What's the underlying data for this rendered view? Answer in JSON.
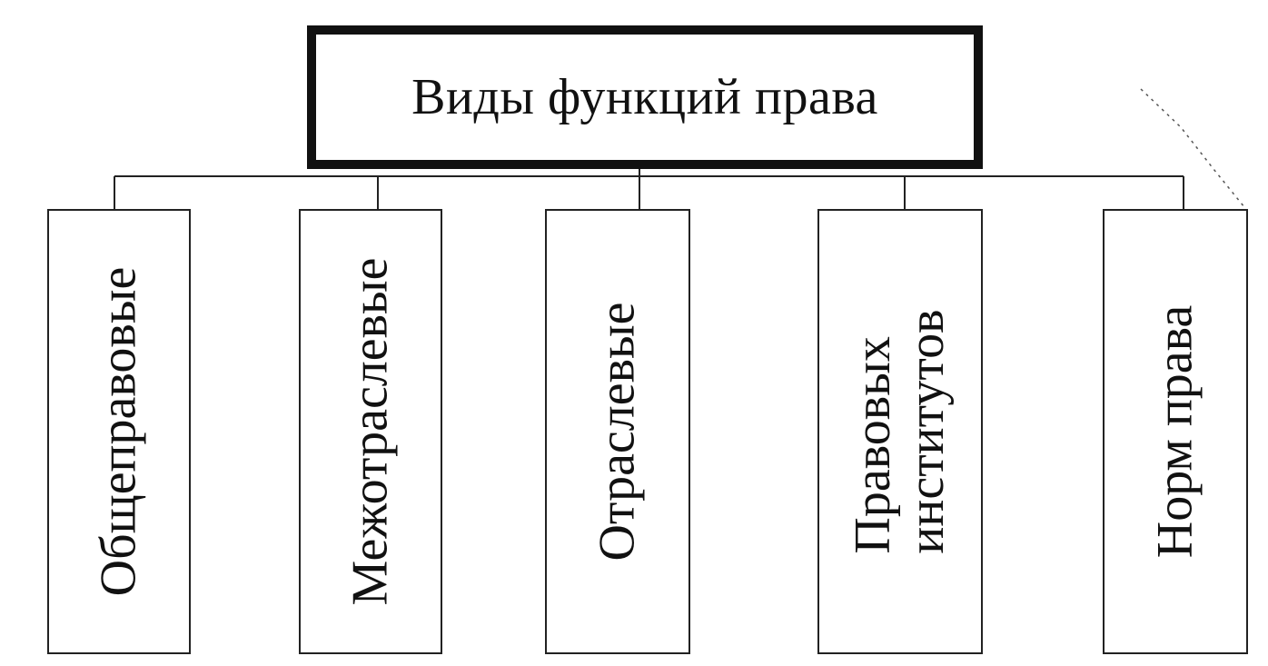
{
  "root": {
    "title": "Виды функций права"
  },
  "leaves": [
    {
      "label": "Общеправовые"
    },
    {
      "label": "Межотраслевые"
    },
    {
      "label": "Отраслевые"
    },
    {
      "label": "Правовых\nинститутов"
    },
    {
      "label": "Норм права"
    }
  ],
  "colors": {
    "line": "#222222",
    "border": "#111111",
    "background": "#ffffff"
  }
}
